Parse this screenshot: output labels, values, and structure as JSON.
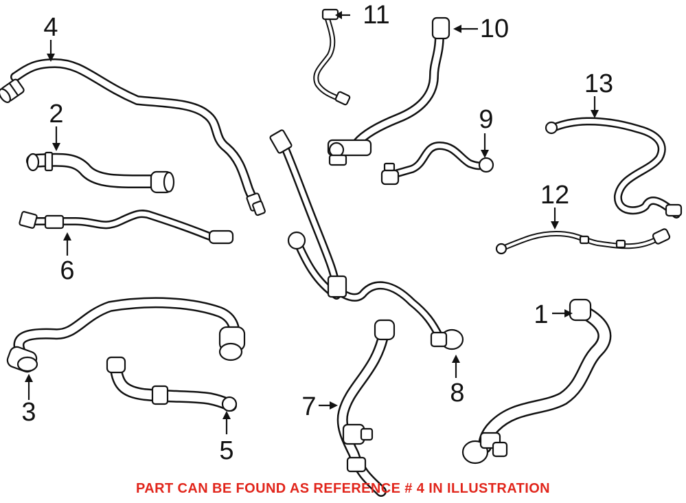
{
  "footer_note": "PART CAN BE FOUND AS REFERENCE # 4 IN ILLUSTRATION",
  "colors": {
    "line": "#111111",
    "note": "#e1251b",
    "background": "#ffffff"
  },
  "callouts": {
    "c1": "1",
    "c2": "2",
    "c3": "3",
    "c4": "4",
    "c5": "5",
    "c6": "6",
    "c7": "7",
    "c8": "8",
    "c9": "9",
    "c10": "10",
    "c11": "11",
    "c12": "12",
    "c13": "13"
  }
}
